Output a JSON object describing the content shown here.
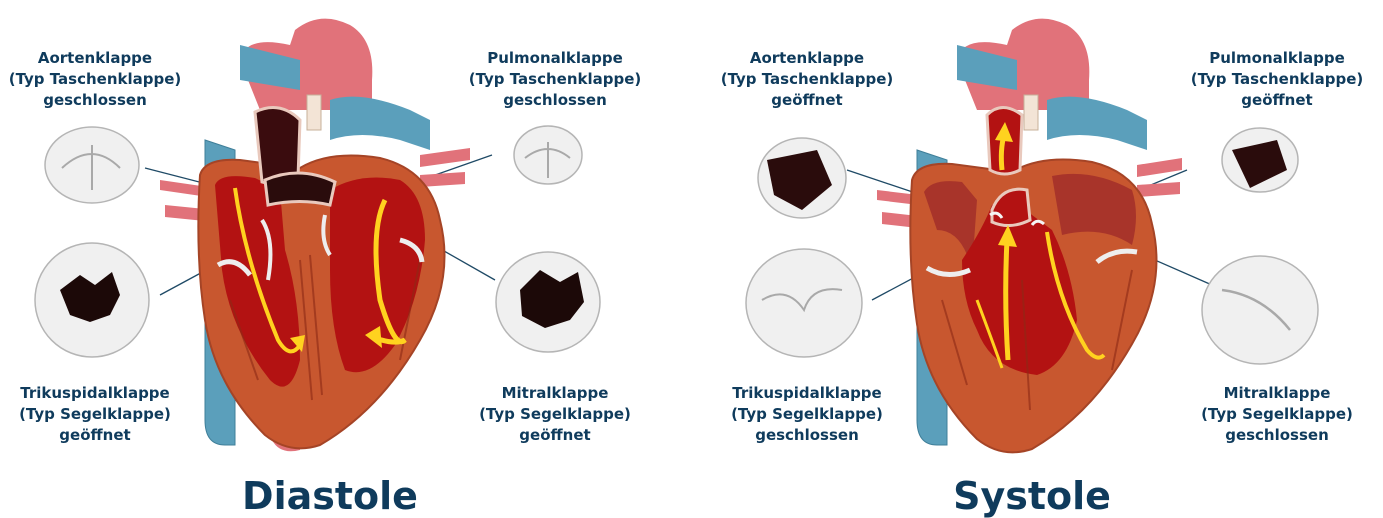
{
  "colors": {
    "text": "#0f3b5c",
    "artery_red": "#e1727a",
    "vein_blue": "#5b9fbb",
    "myocardium": "#c8572f",
    "blood_red": "#b31212",
    "arrow_yellow": "#ffd21f",
    "valve_gray": "#d9d9d9",
    "valve_opening": "#2a0c0c"
  },
  "diastole": {
    "title": "Diastole",
    "labels": {
      "aortic": [
        "Aortenklappe",
        "(Typ Taschenklappe)",
        "geschlossen"
      ],
      "pulmonary": [
        "Pulmonalklappe",
        "(Typ Taschenklappe)",
        "geschlossen"
      ],
      "tricuspid": [
        "Trikuspidalklappe",
        "(Typ Segelklappe)",
        "geöffnet"
      ],
      "mitral": [
        "Mitralklappe",
        "(Typ Segelklappe)",
        "geöffnet"
      ]
    }
  },
  "systole": {
    "title": "Systole",
    "labels": {
      "aortic": [
        "Aortenklappe",
        "(Typ Taschenklappe)",
        "geöffnet"
      ],
      "pulmonary": [
        "Pulmonalklappe",
        "(Typ Taschenklappe)",
        "geöffnet"
      ],
      "tricuspid": [
        "Trikuspidalklappe",
        "(Typ Segelklappe)",
        "geschlossen"
      ],
      "mitral": [
        "Mitralklappe",
        "(Typ Segelklappe)",
        "geschlossen"
      ]
    }
  }
}
